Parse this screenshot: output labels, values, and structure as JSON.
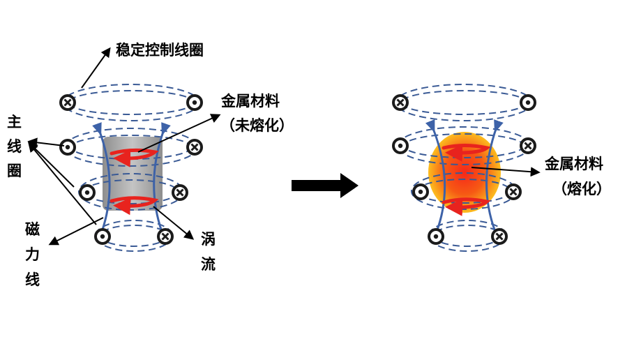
{
  "labels": {
    "stabilizing_coil": "稳定控制线圈",
    "main_coil": [
      "主",
      "线",
      "圈"
    ],
    "metal_unmelted": "金属材料",
    "metal_unmelted_state": "（未熔化）",
    "flux_lines": [
      "磁",
      "力",
      "线"
    ],
    "eddy_current": [
      "涡",
      "流"
    ],
    "metal_melted": "金属材料",
    "metal_melted_state": "（熔化）"
  },
  "colors": {
    "coil_dash": "#3a5a95",
    "flux_line": "#3d62a8",
    "eddy_current": "#e8231e",
    "metal_unmelted": "#a6a6a6",
    "metal_melted_core": "#f22a12",
    "metal_melted_edge": "#fcbd1f",
    "arrow": "#000000"
  },
  "coil_markers": {
    "dot": "out-of-page-symbol",
    "cross": "into-page-symbol"
  },
  "transition_arrow": "right-arrow"
}
